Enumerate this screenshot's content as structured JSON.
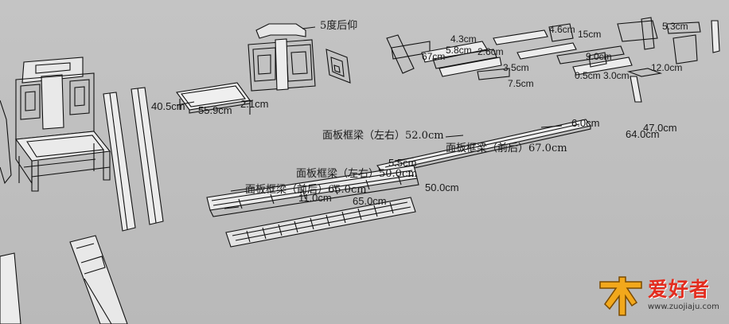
{
  "labels": {
    "back_angle": "5度后仰",
    "seat_w": "40.5cm",
    "seat_d": "55.9cm",
    "seat_side": "2.1cm",
    "frame_front_52": "面板框梁（左右）52.0cm",
    "frame_front_67": "面板框梁（前后）67.0cm",
    "frame_left_50": "面板框梁（左右）50.0cm",
    "frame_left_65": "面板框梁（前后）65.0cm",
    "dim_6": "6.0cm",
    "dim_47": "47.0cm",
    "dim_64": "64.0cm",
    "dim_5_5": "5.5cm",
    "dim_50": "50.0cm",
    "dim_11": "11.0cm",
    "dim_65": "65.0cm",
    "dim_4_3": "4.3cm",
    "dim_5_8": "5.8cm",
    "dim_7_5": "7.5cm",
    "dim_67": "67cm",
    "dim_15": "15cm",
    "dim_05": "0.5cm",
    "dim_3_5": "3.5cm",
    "dim_4_6": "4.6cm",
    "dim_2_6": "2.6cm",
    "dim_9": "9.0cm",
    "dim_3_0": "3.0cm",
    "dim_5_3": "5.3cm",
    "dim_12": "12.0cm"
  },
  "logo": {
    "name": "爱好者",
    "url": "www.zuojiaju.com"
  },
  "colors": {
    "background": "#bdbdbd",
    "line": "#111111",
    "logo_red": "#e32d1f",
    "logo_gold": "#f2a81c"
  }
}
